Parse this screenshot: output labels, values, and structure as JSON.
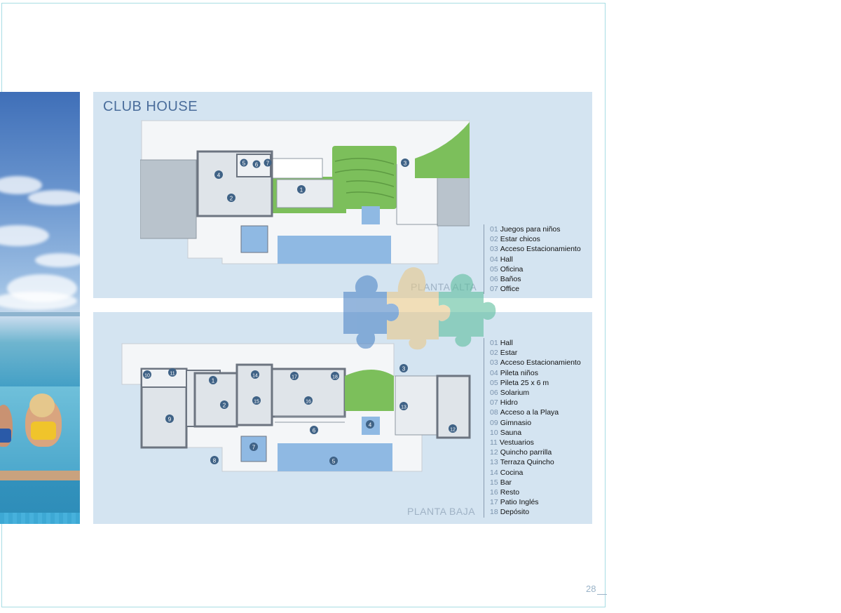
{
  "title": "CLUB HOUSE",
  "planta_alta": {
    "label": "PLANTA ALTA",
    "legend": [
      {
        "num": "01",
        "text": "Juegos para niños"
      },
      {
        "num": "02",
        "text": "Estar chicos"
      },
      {
        "num": "03",
        "text": "Acceso Estacionamiento"
      },
      {
        "num": "04",
        "text": "Hall"
      },
      {
        "num": "05",
        "text": "Oficina"
      },
      {
        "num": "06",
        "text": "Baños"
      },
      {
        "num": "07",
        "text": "Office"
      }
    ],
    "markers": [
      "1",
      "2",
      "3",
      "4",
      "5",
      "6",
      "7"
    ]
  },
  "planta_baja": {
    "label": "PLANTA BAJA",
    "legend": [
      {
        "num": "01",
        "text": "Hall"
      },
      {
        "num": "02",
        "text": "Estar"
      },
      {
        "num": "03",
        "text": "Acceso Estacionamiento"
      },
      {
        "num": "04",
        "text": "Pileta niños"
      },
      {
        "num": "05",
        "text": "Pileta 25 x 6 m"
      },
      {
        "num": "06",
        "text": "Solarium"
      },
      {
        "num": "07",
        "text": "Hidro"
      },
      {
        "num": "08",
        "text": "Acceso a la Playa"
      },
      {
        "num": "09",
        "text": "Gimnasio"
      },
      {
        "num": "10",
        "text": "Sauna"
      },
      {
        "num": "11",
        "text": "Vestuarios"
      },
      {
        "num": "12",
        "text": "Quincho parrilla"
      },
      {
        "num": "13",
        "text": "Terraza Quincho"
      },
      {
        "num": "14",
        "text": "Cocina"
      },
      {
        "num": "15",
        "text": "Bar"
      },
      {
        "num": "16",
        "text": "Resto"
      },
      {
        "num": "17",
        "text": "Patio Inglés"
      },
      {
        "num": "18",
        "text": "Depósito"
      }
    ],
    "markers": [
      "1",
      "2",
      "3",
      "4",
      "5",
      "6",
      "7",
      "8",
      "9",
      "10",
      "11",
      "12",
      "13",
      "14",
      "15",
      "16",
      "17",
      "18"
    ]
  },
  "page_number": "28",
  "colors": {
    "panel": "#d4e4f1",
    "title": "#4a6d9b",
    "marker": "#3f6286",
    "pool": "#8fb9e3",
    "garden": "#7cbf5b",
    "wall": "#6c7480"
  },
  "icons": [
    "puzzle-logo-icon"
  ]
}
